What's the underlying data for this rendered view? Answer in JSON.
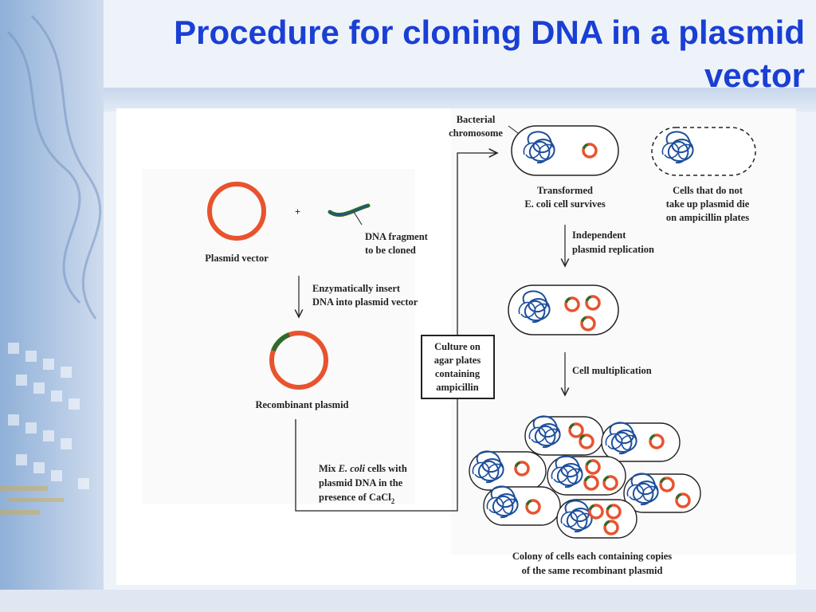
{
  "slide": {
    "title_line1": "Procedure for cloning DNA in a plasmid",
    "title_line2": "vector"
  },
  "diagram": {
    "plus_sign": "+",
    "plasmid_vector": "Plasmid vector",
    "dna_fragment_line1": "DNA fragment",
    "dna_fragment_line2": "to be cloned",
    "insert_step_line1": "Enzymatically insert",
    "insert_step_line2": "DNA into plasmid vector",
    "recombinant_plasmid": "Recombinant plasmid",
    "mix_line1_prefix": "Mix ",
    "mix_line1_italic": "E. coli",
    "mix_line1_suffix": " cells with",
    "mix_line2": "plasmid DNA in the",
    "mix_line3_prefix": "presence of CaCl",
    "mix_line3_subscript": "2",
    "culture_line1": "Culture on",
    "culture_line2": "agar plates",
    "culture_line3": "containing",
    "culture_line4": "ampicillin",
    "bacterial_chromosome_line1": "Bacterial",
    "bacterial_chromosome_line2": "chromosome",
    "transformed_line1": "Transformed",
    "transformed_line2": "E. coli cell survives",
    "no_plasmid_line1": "Cells that do not",
    "no_plasmid_line2": "take up plasmid die",
    "no_plasmid_line3": "on ampicillin plates",
    "independent_line1": "Independent",
    "independent_line2": "plasmid replication",
    "cell_multiplication": "Cell multiplication",
    "colony_line1": "Colony of cells each containing copies",
    "colony_line2": "of the same recombinant plasmid"
  },
  "colors": {
    "title": "#1a3fd4",
    "plasmid_red": "#e8532e",
    "insert_green": "#2e6b2a",
    "chromosome_blue": "#1d4f9c"
  }
}
